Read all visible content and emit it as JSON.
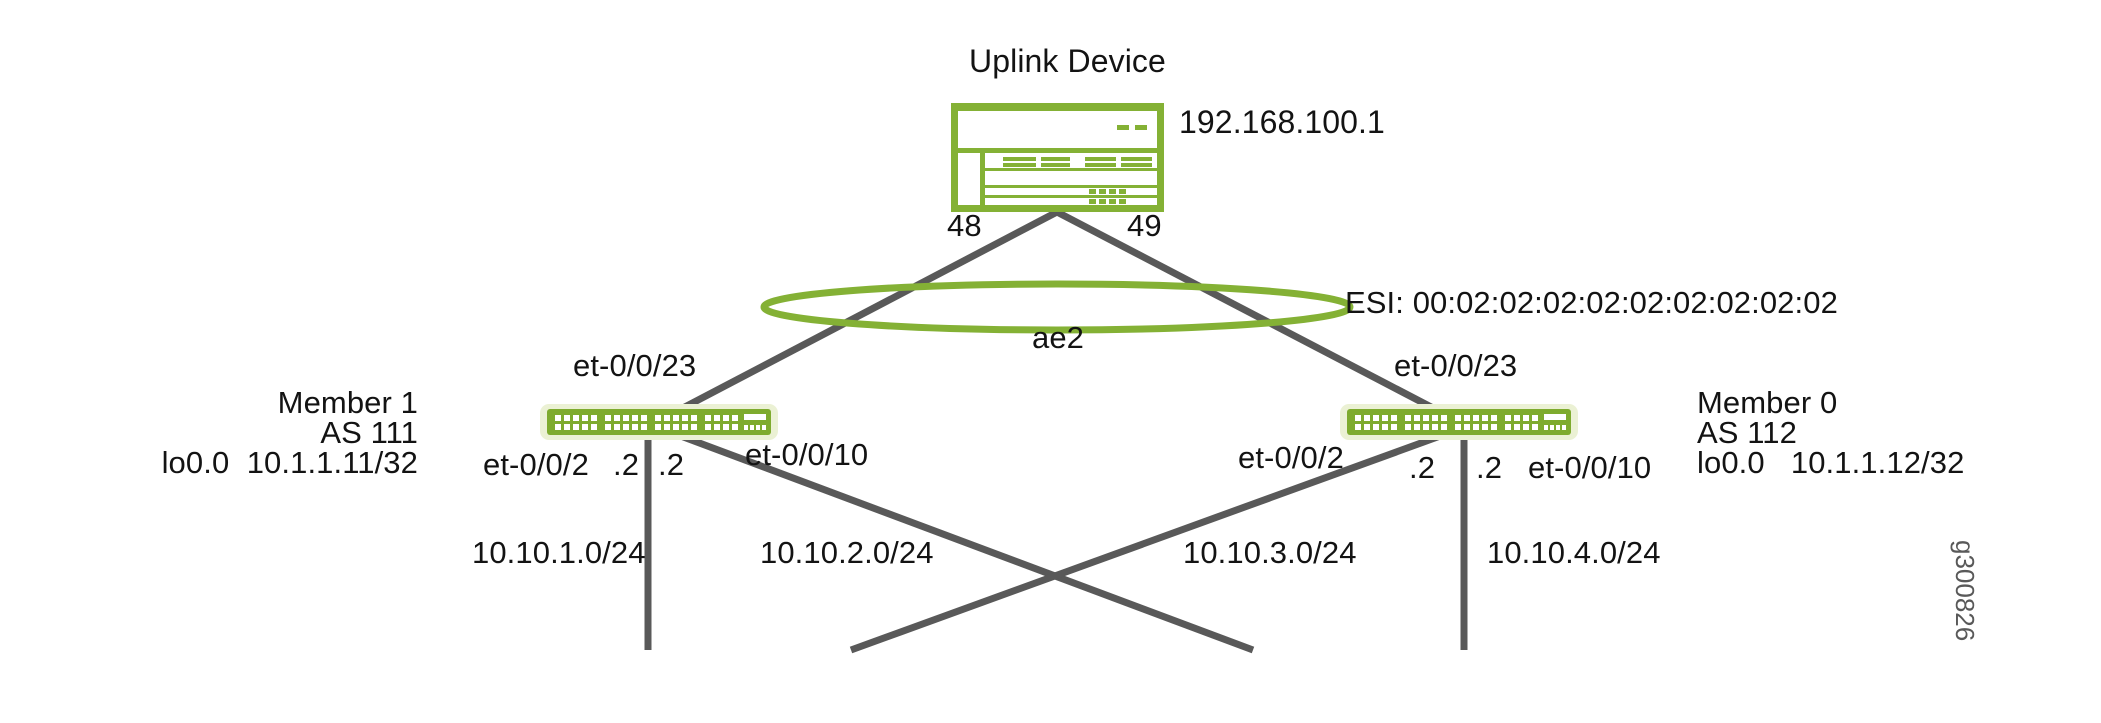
{
  "diagram": {
    "title_label": "Uplink Device",
    "watermark": "g300826",
    "colors": {
      "device_green": "#84B135",
      "switch_green": "#7EAB2E",
      "switch_halo": "#EBF1D4",
      "link_gray": "#595959",
      "text_black": "#131313"
    }
  },
  "uplink": {
    "name": "Uplink Device",
    "ip": "192.168.100.1",
    "port_left": "48",
    "port_right": "49"
  },
  "lag": {
    "name": "ae2",
    "esi": "ESI: 00:02:02:02:02:02:02:02:02:02"
  },
  "member1": {
    "name": "Member 1",
    "as": "AS 111",
    "loopback": "lo0.0  10.1.1.11/32",
    "uplink_if": "et-0/0/23",
    "left_if": "et-0/0/2",
    "left_addr": ".2",
    "right_addr": ".2",
    "right_if": "et-0/0/10"
  },
  "member0": {
    "name": "Member 0",
    "as": "AS 112",
    "loopback": "lo0.0   10.1.1.12/32",
    "uplink_if": "et-0/0/23",
    "left_if": "et-0/0/2",
    "left_addr": ".2",
    "right_addr": ".2",
    "right_if": "et-0/0/10"
  },
  "subnets": {
    "s1": "10.10.1.0/24",
    "s2": "10.10.2.0/24",
    "s3": "10.10.3.0/24",
    "s4": "10.10.4.0/24"
  }
}
